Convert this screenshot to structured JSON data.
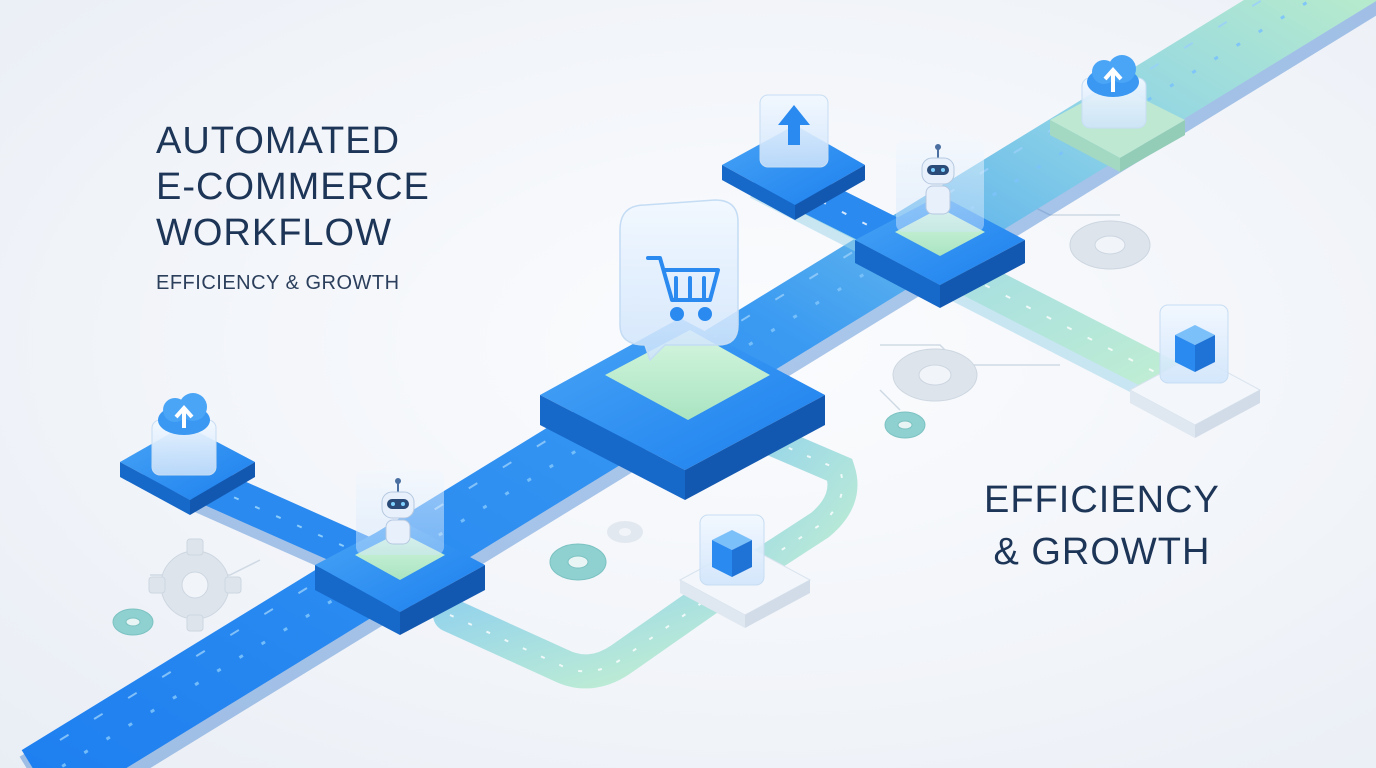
{
  "heading": {
    "lines": [
      "AUTOMATED",
      "E-COMMERCE",
      "WORKFLOW"
    ],
    "subtitle": "EFFICIENCY & GROWTH"
  },
  "tagline": {
    "lines": [
      "EFFICIENCY",
      "& GROWTH"
    ]
  },
  "colors": {
    "track_blue": "#2a8af0",
    "track_light": "#9fd6ea",
    "track_mint": "#b9ecc8",
    "platform_blue": "#1f86ef",
    "platform_dark": "#1668c9",
    "glass": "#dcecff",
    "text": "#1d3557",
    "gear": "#dde6ef",
    "gear_teal": "#8fd0d0"
  },
  "icons": [
    "cloud-upload-icon",
    "arrow-up-icon",
    "robot-icon",
    "shopping-cart-icon",
    "gear-icon",
    "package-box-icon"
  ]
}
